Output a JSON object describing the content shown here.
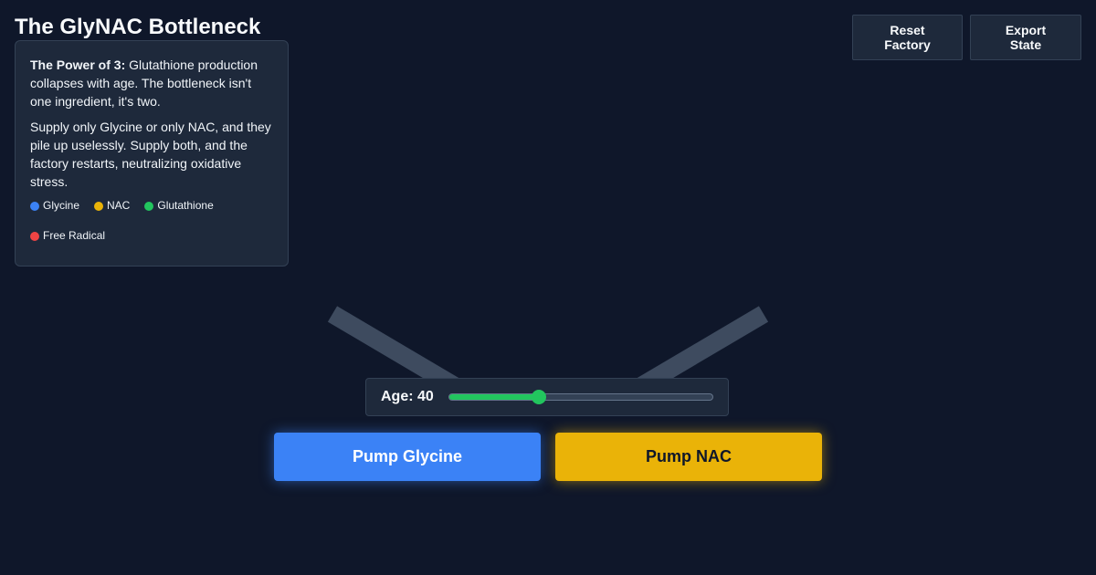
{
  "header": {
    "title": "The GlyNAC Bottleneck"
  },
  "toolbar": {
    "reset_label": "Reset Factory",
    "export_label": "Export State"
  },
  "info": {
    "intro_bold": "The Power of 3:",
    "intro_text": " Glutathione production collapses with age. The bottleneck isn't one ingredient, it's two.",
    "body_text": "Supply only Glycine or only NAC, and they pile up uselessly. Supply both, and the factory restarts, neutralizing oxidative stress.",
    "legend": [
      {
        "label": "Glycine",
        "color": "#3b82f6"
      },
      {
        "label": "NAC",
        "color": "#eab308"
      },
      {
        "label": "Glutathione",
        "color": "#22c55e"
      },
      {
        "label": "Free Radical",
        "color": "#ef4444"
      }
    ]
  },
  "age_control": {
    "label": "Age: 40",
    "value": 40,
    "min": 20,
    "max": 80
  },
  "pumps": {
    "glycine_label": "Pump Glycine",
    "nac_label": "Pump NAC"
  },
  "colors": {
    "background": "#0f172a",
    "panel": "#1e293b",
    "pipe": "#475569",
    "glycine": "#3b82f6",
    "nac": "#eab308",
    "glutathione": "#22c55e",
    "free_radical": "#ef4444"
  }
}
